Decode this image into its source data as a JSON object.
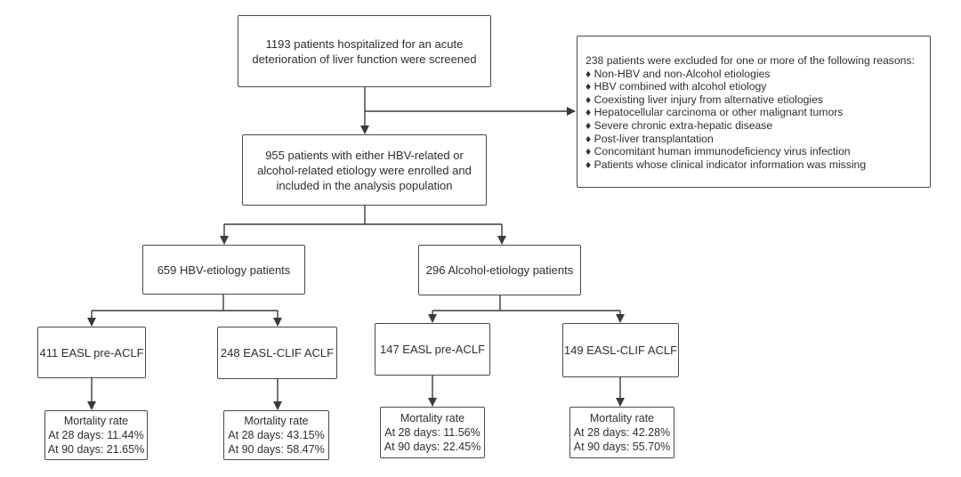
{
  "screening": {
    "lines": [
      "1193 patients hospitalized for an acute",
      "deterioration of liver function were screened"
    ]
  },
  "exclusions": {
    "intro": "238 patients were excluded for one or more of the following reasons:",
    "bullet": "♦",
    "reasons": [
      "Non-HBV and non-Alcohol etiologies",
      "HBV combined with alcohol etiology",
      "Coexisting liver injury from alternative etiologies",
      "Hepatocellular carcinoma or other malignant tumors",
      "Severe chronic extra-hepatic disease",
      "Post-liver transplantation",
      "Concomitant human immunodeficiency virus infection",
      "Patients whose clinical indicator information was missing"
    ]
  },
  "enrolled": {
    "lines": [
      "955 patients with either HBV-related or",
      "alcohol-related etiology were enrolled and",
      "included in the analysis population"
    ]
  },
  "hbv": {
    "label": "659 HBV-etiology patients",
    "pre": {
      "label": "411 EASL pre-ACLF",
      "mortality": [
        "Mortality rate",
        "At 28 days: 11.44%",
        "At 90 days: 21.65%"
      ]
    },
    "aclf": {
      "label": "248 EASL-CLIF ACLF",
      "mortality": [
        "Mortality rate",
        "At 28 days: 43.15%",
        "At 90 days: 58.47%"
      ]
    }
  },
  "alcohol": {
    "label": "296 Alcohol-etiology patients",
    "pre": {
      "label": "147 EASL pre-ACLF",
      "mortality": [
        "Mortality rate",
        "At 28 days: 11.56%",
        "At 90 days: 22.45%"
      ]
    },
    "aclf": {
      "label": "149 EASL-CLIF ACLF",
      "mortality": [
        "Mortality rate",
        "At 28 days: 42.28%",
        "At 90 days: 55.70%"
      ]
    }
  },
  "colors": {
    "border": "#4a4a4a",
    "text": "#2f2f2f",
    "arrow": "#3a3a3a"
  }
}
